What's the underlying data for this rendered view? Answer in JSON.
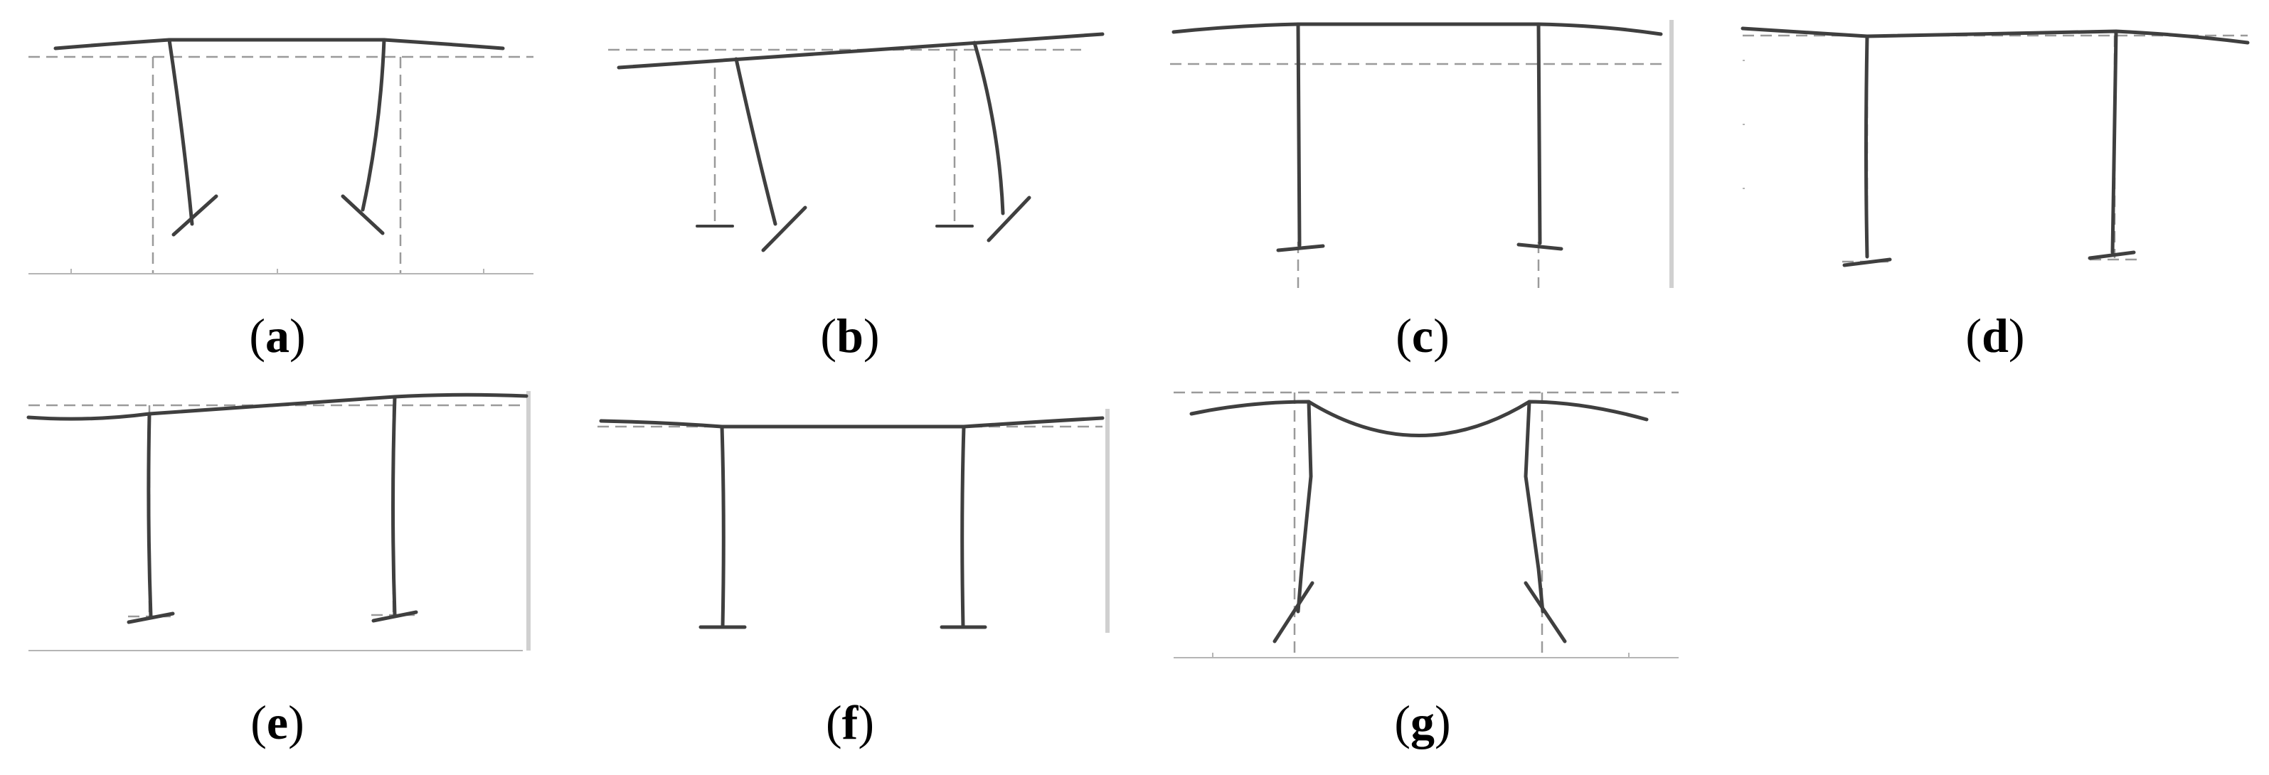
{
  "figure": {
    "panels": [
      {
        "id": "a",
        "label": "a"
      },
      {
        "id": "b",
        "label": "b"
      },
      {
        "id": "c",
        "label": "c"
      },
      {
        "id": "d",
        "label": "d"
      },
      {
        "id": "e",
        "label": "e"
      },
      {
        "id": "f",
        "label": "f"
      },
      {
        "id": "g",
        "label": "g"
      }
    ]
  },
  "colors": {
    "member": "#3f3f3f",
    "reference": "#9a9a9a",
    "axis": "#b5b5b5",
    "caption": "#000000"
  }
}
